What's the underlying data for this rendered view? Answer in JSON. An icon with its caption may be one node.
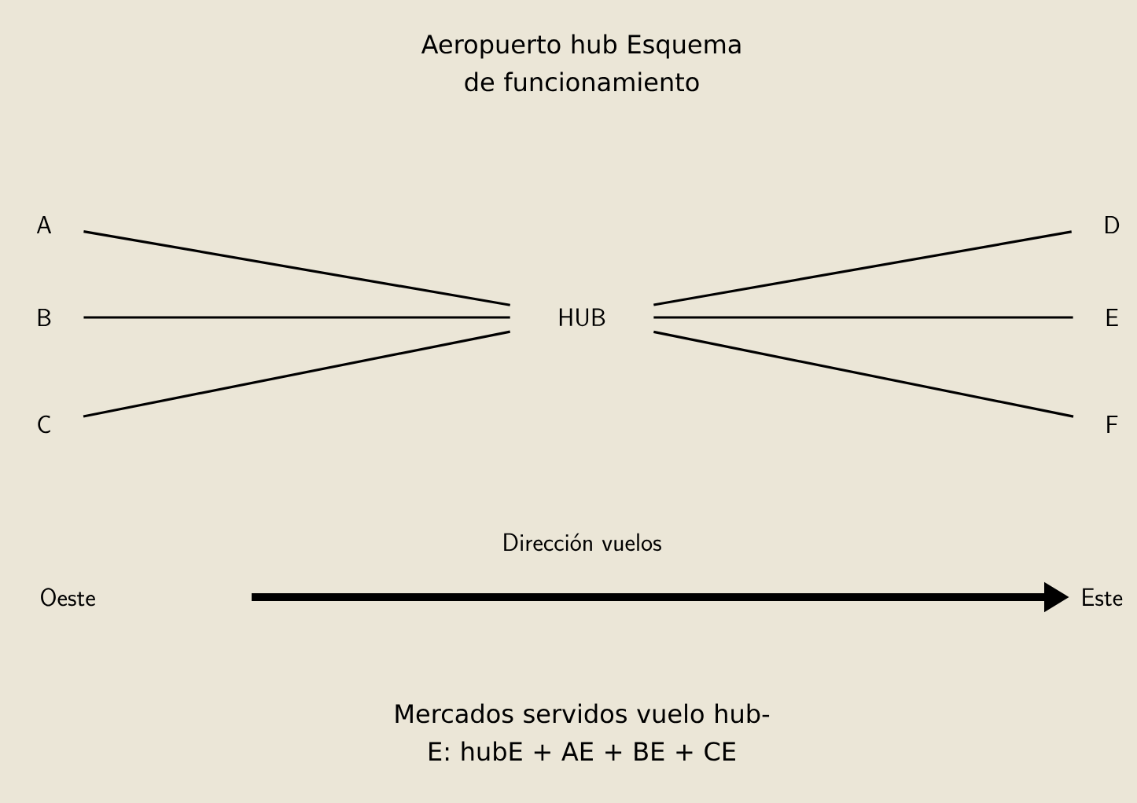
{
  "diagram": {
    "title": "Aeropuerto hub Esquema de funcionamiento",
    "nodes": [
      {
        "text": [
          "A"
        ]
      },
      {
        "text": [
          "B"
        ]
      },
      {
        "text": [
          "C"
        ]
      },
      {
        "text": [
          "HUB"
        ]
      },
      {
        "text": [
          "D"
        ]
      },
      {
        "text": [
          "E"
        ]
      },
      {
        "text": [
          "F"
        ]
      }
    ],
    "edges": [
      {
        "from": 0,
        "to": 3,
        "arrow": "none"
      },
      {
        "from": 1,
        "to": 3,
        "arrow": "none"
      },
      {
        "from": 2,
        "to": 3,
        "arrow": "none"
      },
      {
        "from": 3,
        "to": 4,
        "arrow": "none"
      },
      {
        "from": 3,
        "to": 5,
        "arrow": "none"
      },
      {
        "from": 3,
        "to": 6,
        "arrow": "none"
      }
    ],
    "labels": [
      "Dirección vuelos",
      "Oeste",
      "Este"
    ],
    "caption": "Mercados servidos vuelo hub-E: hubE + AE + BE + CE"
  }
}
